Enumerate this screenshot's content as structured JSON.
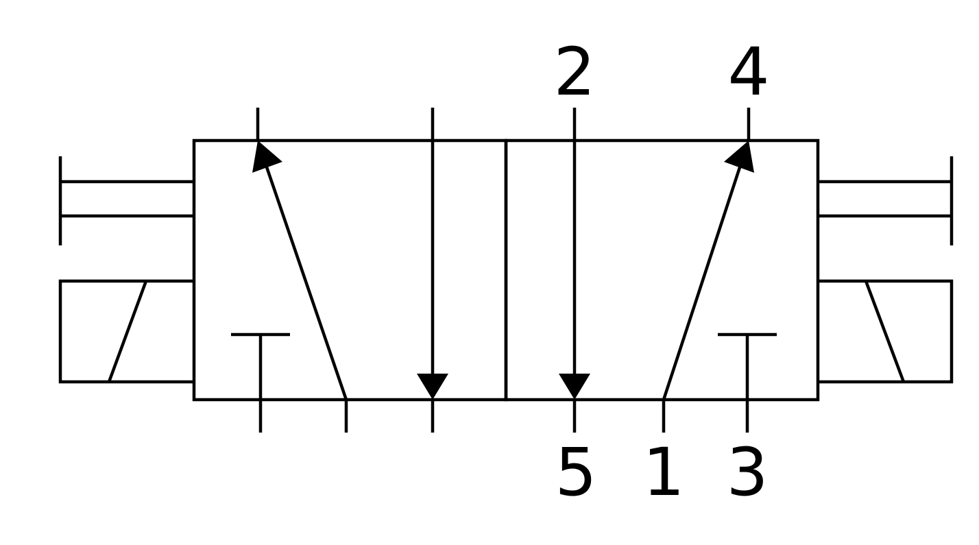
{
  "diagram": {
    "ports": {
      "top_left": "2",
      "top_right": "4",
      "bottom_left": "5",
      "bottom_middle": "1",
      "bottom_right": "3"
    }
  }
}
